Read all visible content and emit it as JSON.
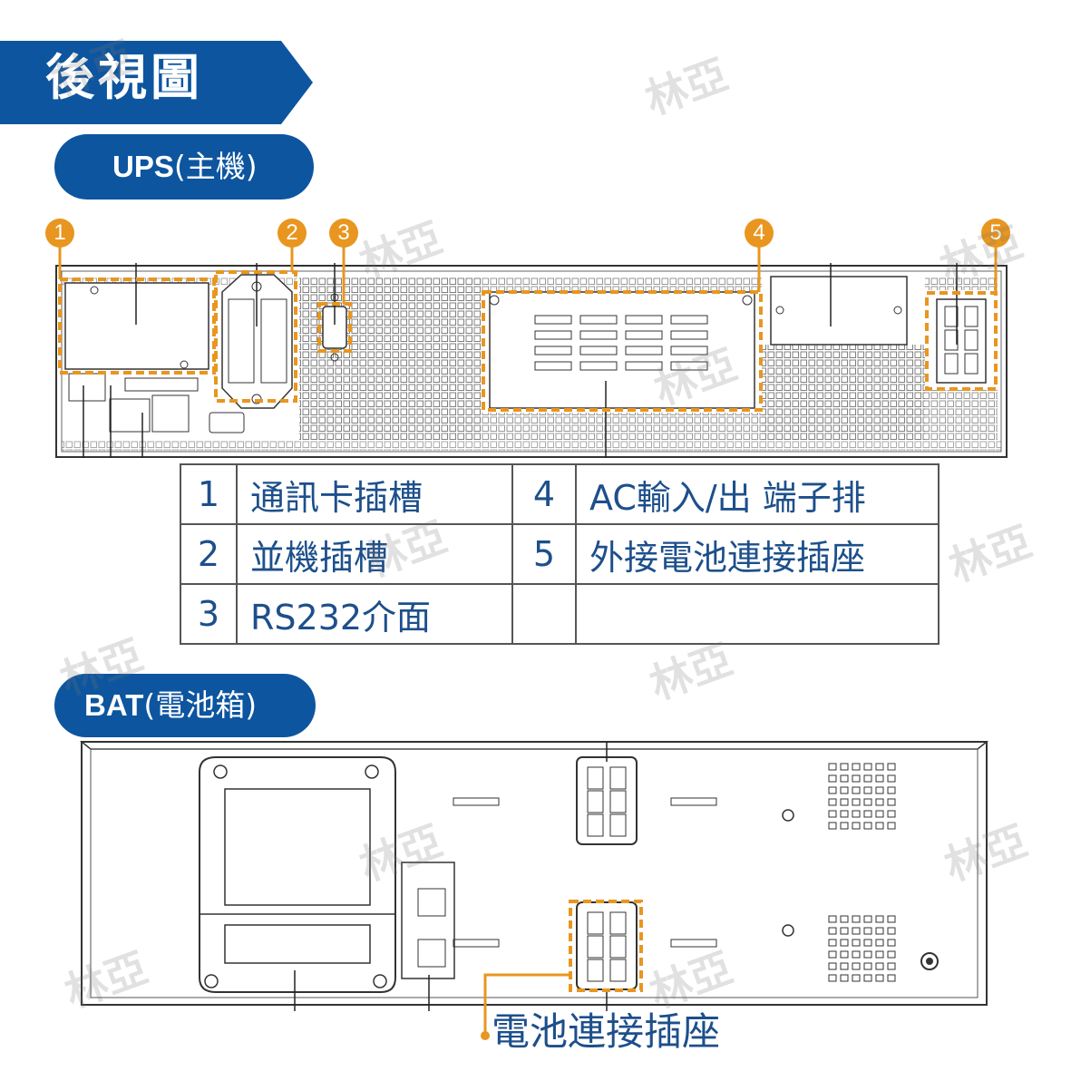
{
  "header": {
    "title": "後視圖",
    "color": "#0d559f"
  },
  "ups_section": {
    "label_bold": "UPS",
    "label_rest": "(主機)"
  },
  "bat_section": {
    "label_bold": "BAT",
    "label_rest": "(電池箱)"
  },
  "markers": [
    "1",
    "2",
    "3",
    "4",
    "5"
  ],
  "highlight_color": "#e8961f",
  "legend": [
    {
      "left_num": "1",
      "left_label": "通訊卡插槽",
      "right_num": "4",
      "right_label": "AC輸入/出 端子排"
    },
    {
      "left_num": "2",
      "left_label": "並機插槽",
      "right_num": "5",
      "right_label": "外接電池連接插座"
    },
    {
      "left_num": "3",
      "left_label": "RS232介面",
      "right_num": "",
      "right_label": ""
    }
  ],
  "battery_callout": "電池連接插座",
  "watermark": "林亞"
}
